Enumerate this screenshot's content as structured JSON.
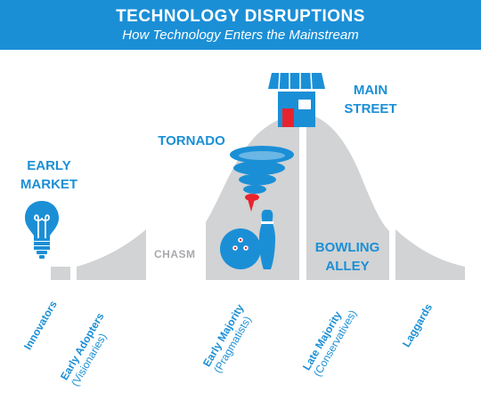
{
  "header": {
    "title": "TECHNOLOGY DISRUPTIONS",
    "subtitle": "How Technology Enters the Mainstream"
  },
  "labels": {
    "early_market": "EARLY\nMARKET",
    "tornado": "TORNADO",
    "main_street": "MAIN\nSTREET",
    "chasm": "CHASM",
    "bowling_alley": "BOWLING\nALLEY"
  },
  "segments": [
    {
      "name": "Innovators",
      "sub": ""
    },
    {
      "name": "Early Adopters",
      "sub": "(Visionaries)"
    },
    {
      "name": "Early Majority",
      "sub": "(Pragmatists)"
    },
    {
      "name": "Late Majority",
      "sub": "(Conservatives)"
    },
    {
      "name": "Laggards",
      "sub": ""
    }
  ],
  "colors": {
    "accent": "#1b8fd6",
    "curve": "#d1d3d4",
    "chasm": "#a7a9ac",
    "store_door": "#e8232d"
  },
  "icons": [
    "lightbulb-icon",
    "tornado-icon",
    "store-icon",
    "bowling-icon"
  ]
}
